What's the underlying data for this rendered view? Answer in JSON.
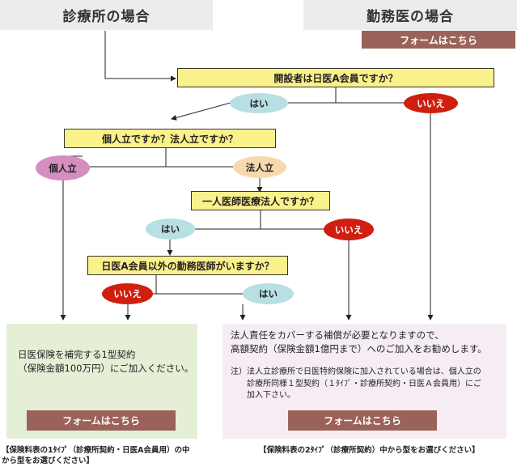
{
  "headers": {
    "clinic": "診療所の場合",
    "doctor": "勤務医の場合"
  },
  "form_button_label": "フォームはこちら",
  "questions": {
    "q1": "開設者は日医A会員ですか？",
    "q2": "個人立ですか？法人立ですか？",
    "q3": "一人医師医療法人ですか？",
    "q4": "日医A会員以外の勤務医師がいますか？"
  },
  "answers": {
    "yes": "はい",
    "no": "いいえ",
    "kojin": "個人立",
    "hojin": "法人立"
  },
  "result_green": {
    "line1": "日医保険を補完する1型契約",
    "line2": "（保険金額100万円）にご加入ください。"
  },
  "result_pink": {
    "line1": "法人責任をカバーする補償が必要となりますので、",
    "line2": "高額契約（保険金額1億円まで）へのご加入をお勧めします。",
    "note_line1": "注）法人立診療所で日医特約保険に加入されている場合は、個人立の",
    "note_line2": "診療所同様１型契約（１ﾀｲﾌﾟ・診療所契約・日医Ａ会員用）にご",
    "note_line3": "加入下さい。"
  },
  "captions": {
    "left_line1": "【保険料表の1ﾀｲﾌﾟ（診療所契約・日医A会員用）の中",
    "left_line2": "から型をお選びください】",
    "right": "【保険料表の2ﾀｲﾌﾟ（診療所契約）中から型をお選びください】"
  }
}
